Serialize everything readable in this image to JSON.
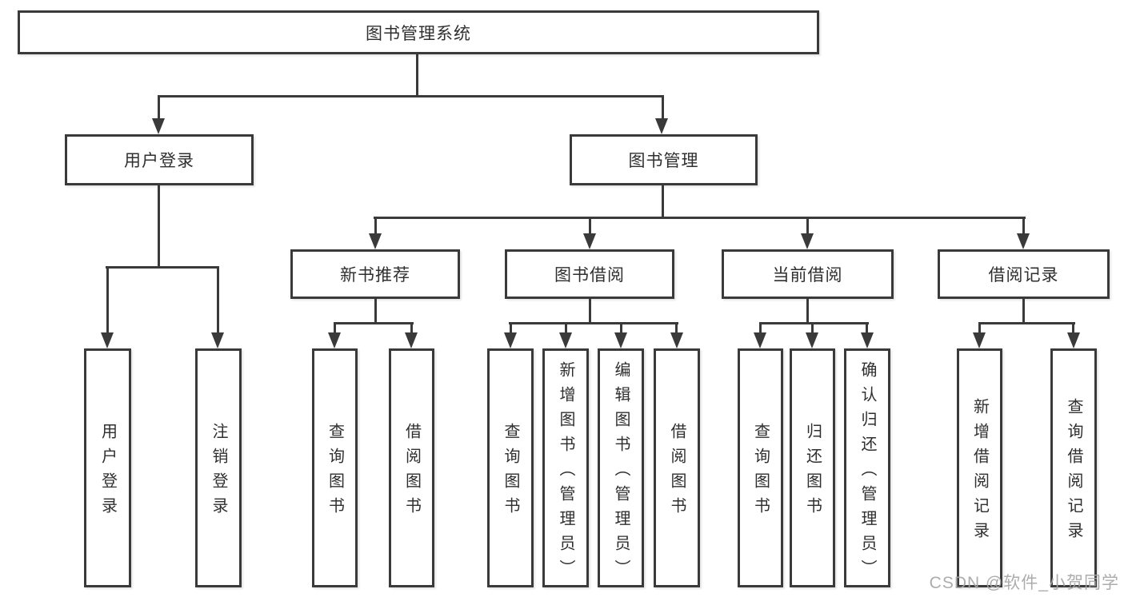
{
  "colors": {
    "line": "#3a3a3a",
    "text": "#2f2f2f",
    "background": "#ffffff",
    "watermark": "#a6a6a6"
  },
  "watermark": "CSDN @软件_小贺同学",
  "tree": {
    "root": {
      "label": "图书管理系统"
    },
    "branches": [
      {
        "label": "用户登录",
        "leaves": [
          {
            "label": "用户登录"
          },
          {
            "label": "注销登录"
          }
        ]
      },
      {
        "label": "图书管理",
        "groups": [
          {
            "label": "新书推荐",
            "leaves": [
              {
                "label": "查询图书"
              },
              {
                "label": "借阅图书"
              }
            ]
          },
          {
            "label": "图书借阅",
            "leaves": [
              {
                "label": "查询图书"
              },
              {
                "label": "新增图书（管理员）"
              },
              {
                "label": "编辑图书（管理员）"
              },
              {
                "label": "借阅图书"
              }
            ]
          },
          {
            "label": "当前借阅",
            "leaves": [
              {
                "label": "查询图书"
              },
              {
                "label": "归还图书"
              },
              {
                "label": "确认归还（管理员）"
              }
            ]
          },
          {
            "label": "借阅记录",
            "leaves": [
              {
                "label": "新增借阅记录"
              },
              {
                "label": "查询借阅记录"
              }
            ]
          }
        ]
      }
    ]
  }
}
